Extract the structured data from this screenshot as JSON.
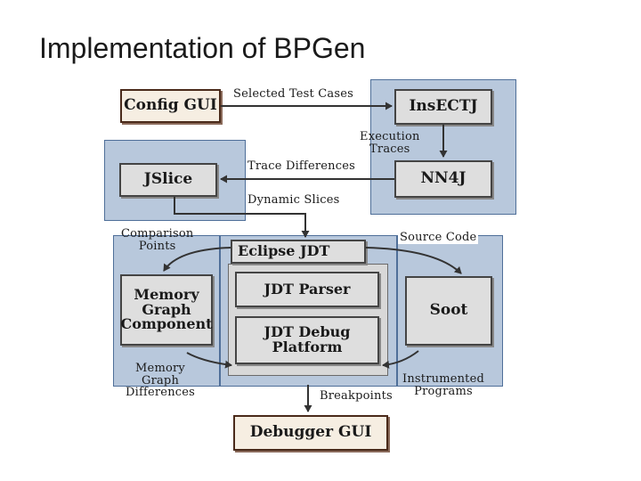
{
  "slide": {
    "title": "Implementation of BPGen"
  },
  "boxes": {
    "config_gui": "Config GUI",
    "insectj": "InsECTJ",
    "jslice": "JSlice",
    "nn4j": "NN4J",
    "eclipse_jdt": "Eclipse JDT",
    "jdt_parser": "JDT Parser",
    "jdt_debug_line1": "JDT Debug",
    "jdt_debug_line2": "Platform",
    "memory_graph_line1": "Memory",
    "memory_graph_line2": "Graph",
    "memory_graph_line3": "Component",
    "soot": "Soot",
    "debugger_gui": "Debugger GUI"
  },
  "labels": {
    "selected_test_cases": "Selected Test Cases",
    "execution_traces_line1": "Execution",
    "execution_traces_line2": "Traces",
    "trace_differences": "Trace Differences",
    "dynamic_slices": "Dynamic Slices",
    "comparison_points_line1": "Comparison",
    "comparison_points_line2": "Points",
    "source_code": "Source Code",
    "memory_graph_differences_line1": "Memory",
    "memory_graph_differences_line2": "Graph",
    "memory_graph_differences_line3": "Differences",
    "breakpoints": "Breakpoints",
    "instrumented_programs_line1": "Instrumented",
    "instrumented_programs_line2": "Programs"
  },
  "colors": {
    "group_fill": "#b8c8dc",
    "group_border": "#4f6f99",
    "box_fill": "#dedede",
    "gui_fill": "#f6eee2",
    "gui_border": "#4a2a1a",
    "arrow": "#333333"
  }
}
